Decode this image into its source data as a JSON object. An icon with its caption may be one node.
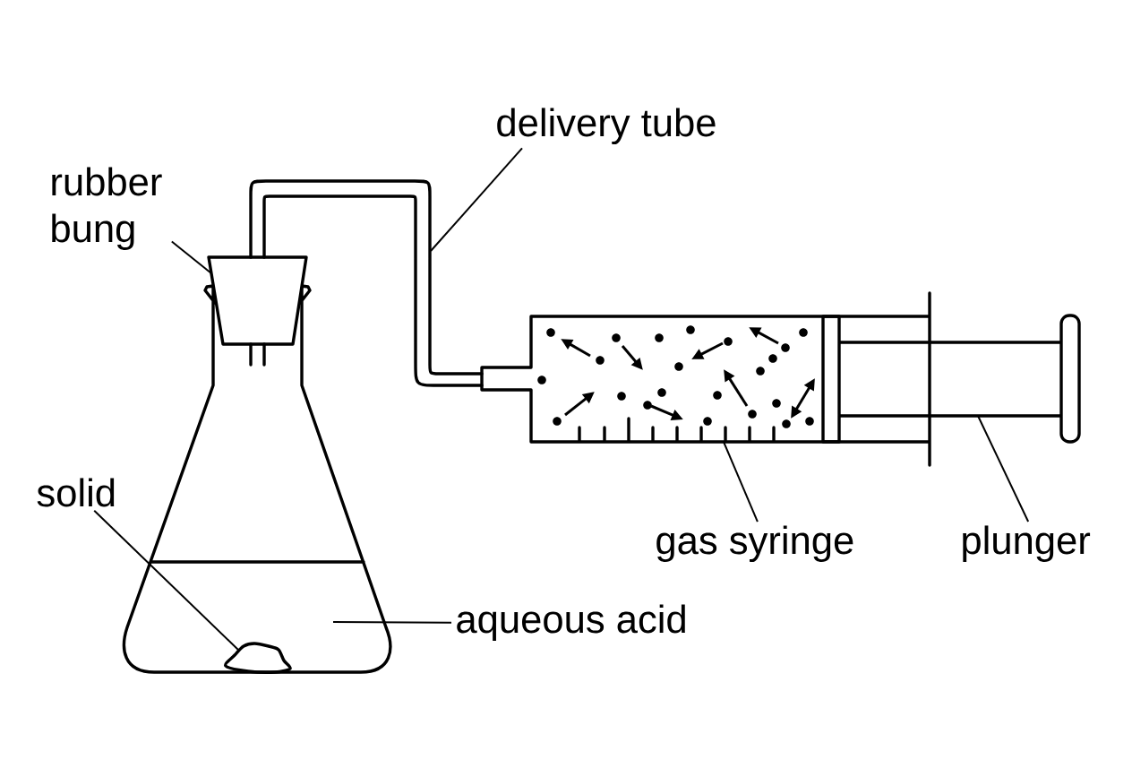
{
  "diagram": {
    "nodes": [
      {
        "text": [
          "delivery tube"
        ]
      },
      {
        "text": [
          "rubber bung"
        ]
      },
      {
        "text": [],
        "shape": "picture"
      },
      {
        "text": [],
        "shape": "box"
      },
      {
        "text": [],
        "shape": "picture"
      },
      {
        "text": [],
        "shape": "picture"
      },
      {
        "text": [],
        "shape": "picture"
      },
      {
        "text": [
          "solid"
        ]
      },
      {
        "text": [],
        "shape": "picture",
        "in": 4
      },
      {
        "text": [
          "gas syringe"
        ]
      },
      {
        "text": [
          "plunger"
        ]
      },
      {
        "text": [
          "aqueous acid"
        ]
      }
    ],
    "edges": [
      {
        "from": 0,
        "to": 2,
        "arrow": "none"
      },
      {
        "from": 1,
        "to": 3,
        "arrow": "none"
      },
      {
        "from": 7,
        "to": 8,
        "arrow": "none"
      },
      {
        "from": 9,
        "to": 5,
        "arrow": "none"
      },
      {
        "from": 10,
        "to": 6,
        "arrow": "none"
      },
      {
        "from": 11,
        "to": 4,
        "arrow": "none"
      }
    ]
  }
}
